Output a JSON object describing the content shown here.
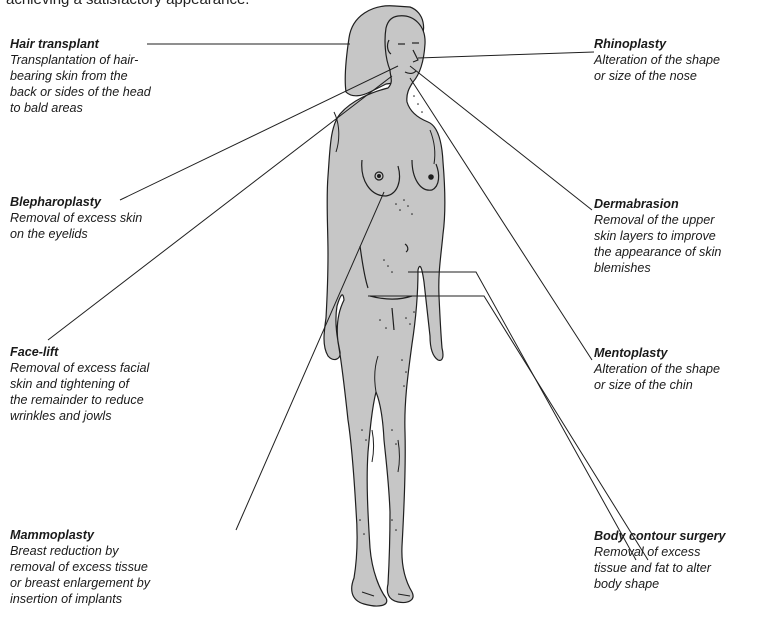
{
  "header_fragment": "achieving a satisfactory appearance.",
  "figure_colors": {
    "skin": "#c6c6c6",
    "outline": "#1f1f1f",
    "leader": "#1f1f1f"
  },
  "left_labels": [
    {
      "id": "hair-transplant",
      "title": "Hair transplant",
      "description": "Transplantation of hair-\nbearing skin from the\nback or sides of the head\nto bald areas"
    },
    {
      "id": "blepharoplasty",
      "title": "Blepharoplasty",
      "description": "Removal of excess skin\non the eyelids"
    },
    {
      "id": "face-lift",
      "title": "Face-lift",
      "description": "Removal of excess facial\nskin and tightening of\nthe remainder to reduce\nwrinkles and jowls"
    },
    {
      "id": "mammoplasty",
      "title": "Mammoplasty",
      "description": "Breast reduction by\nremoval of excess tissue\nor breast enlargement by\ninsertion of implants"
    }
  ],
  "right_labels": [
    {
      "id": "rhinoplasty",
      "title": "Rhinoplasty",
      "description": "Alteration of the shape\nor size of the nose"
    },
    {
      "id": "dermabrasion",
      "title": "Dermabrasion",
      "description": "Removal of the upper\nskin layers to improve\nthe appearance of skin\nblemishes"
    },
    {
      "id": "mentoplasty",
      "title": "Mentoplasty",
      "description": "Alteration of the shape\nor size of the chin"
    },
    {
      "id": "body-contour-surgery",
      "title": "Body contour surgery",
      "description": "Removal of excess\ntissue and fat to alter\nbody shape"
    }
  ]
}
